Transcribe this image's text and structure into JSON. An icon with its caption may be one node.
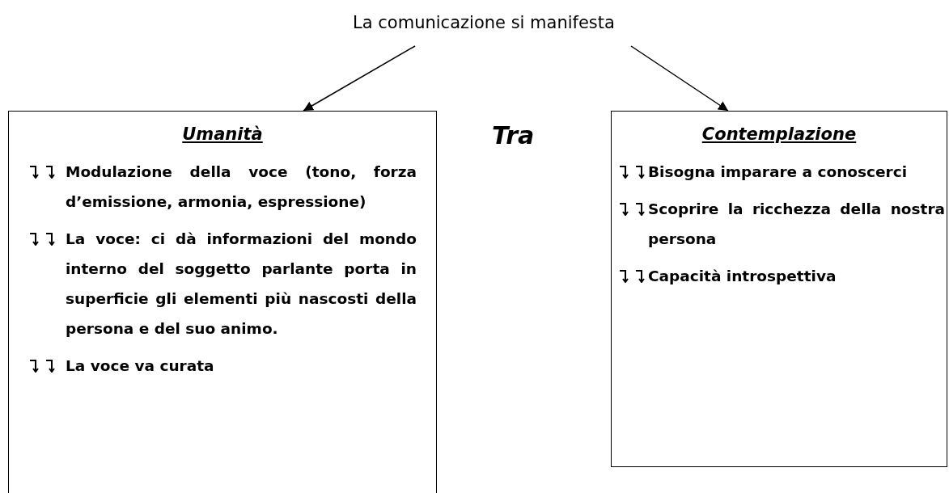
{
  "diagram": {
    "nodes": [
      {
        "text": [
          "La comunicazione si manifesta"
        ]
      },
      {
        "text": [
          "Umanità",
          "Modulazione della voce (tono, forza d’emissione, armonia, espressione)",
          "La voce: ci dà informazioni del mondo interno del soggetto parlante porta in superficie gli elementi più nascosti della persona e del suo animo.",
          "La voce va curata"
        ]
      },
      {
        "text": [
          "Contemplazione",
          "Bisogna imparare a conoscerci",
          "Scoprire la ricchezza della nostra persona",
          "Capacità introspettiva"
        ]
      }
    ],
    "edges": [
      {
        "from": 0,
        "to": 1,
        "arrow": "to"
      },
      {
        "from": 0,
        "to": 2,
        "arrow": "to"
      }
    ],
    "labels": [
      "Tra"
    ]
  }
}
